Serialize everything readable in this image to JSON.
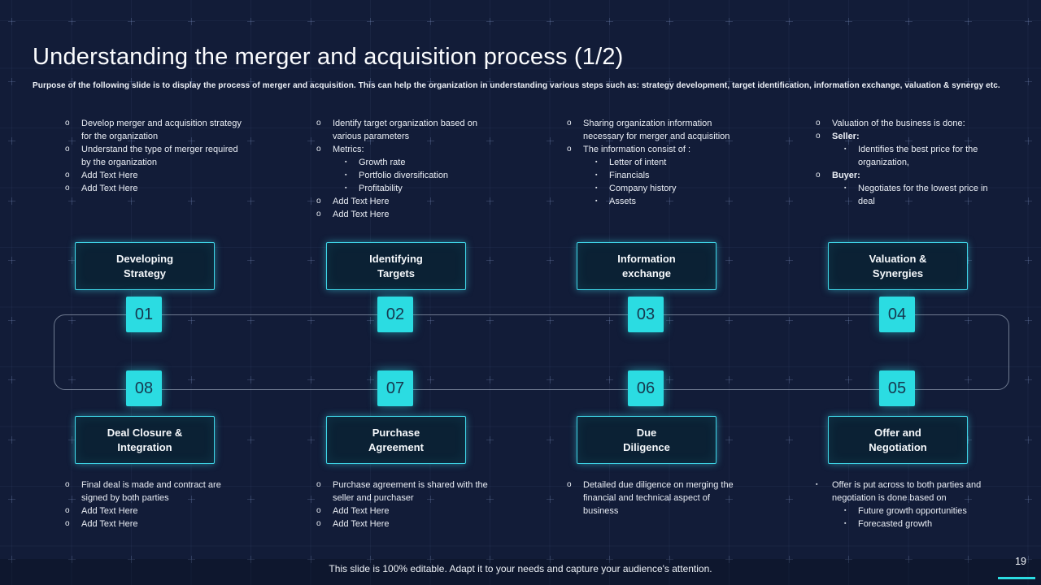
{
  "slide": {
    "title": "Understanding the merger and acquisition process (1/2)",
    "subtitle": "Purpose of the following slide is to display the process of merger and acquisition. This can help the organization in understanding various steps such as: strategy development, target identification, information exchange, valuation & synergy etc.",
    "footer": "This slide is 100% editable. Adapt it to your needs and capture your audience's attention.",
    "page_number": "19"
  },
  "colors": {
    "background": "#121c38",
    "accent_cyan": "#2bdce2",
    "box_border": "#3fd6e8",
    "box_fill": "#0b2134",
    "loop_line": "#d6e2f0"
  },
  "steps": [
    {
      "number": "01",
      "label": "Developing\nStrategy"
    },
    {
      "number": "02",
      "label": "Identifying\nTargets"
    },
    {
      "number": "03",
      "label": "Information\nexchange"
    },
    {
      "number": "04",
      "label": "Valuation &\nSynergies"
    },
    {
      "number": "08",
      "label": "Deal Closure &\nIntegration"
    },
    {
      "number": "07",
      "label": "Purchase\nAgreement"
    },
    {
      "number": "06",
      "label": "Due\nDiligence"
    },
    {
      "number": "05",
      "label": "Offer and\nNegotiation"
    }
  ],
  "notes_top": [
    {
      "items": [
        {
          "marker": "o",
          "text": "Develop merger and acquisition strategy for the organization"
        },
        {
          "marker": "o",
          "text": "Understand the type of merger required by the organization"
        },
        {
          "marker": "o",
          "text": "Add Text Here"
        },
        {
          "marker": "o",
          "text": "Add Text Here"
        }
      ]
    },
    {
      "items": [
        {
          "marker": "o",
          "text": "Identify target organization based on various parameters"
        },
        {
          "marker": "o",
          "text": "Metrics:"
        },
        {
          "marker": "▪",
          "text": "Growth rate"
        },
        {
          "marker": "▪",
          "text": "Portfolio diversification"
        },
        {
          "marker": "▪",
          "text": "Profitability"
        },
        {
          "marker": "o",
          "text": "Add Text Here"
        },
        {
          "marker": "o",
          "text": "Add Text Here"
        }
      ]
    },
    {
      "items": [
        {
          "marker": "o",
          "text": "Sharing organization information necessary for merger and acquisition"
        },
        {
          "marker": "o",
          "text": "The information consist of :"
        },
        {
          "marker": "▪",
          "text": "Letter of intent"
        },
        {
          "marker": "▪",
          "text": "Financials"
        },
        {
          "marker": "▪",
          "text": "Company history"
        },
        {
          "marker": "▪",
          "text": "Assets"
        }
      ]
    },
    {
      "items": [
        {
          "marker": "o",
          "text": "Valuation of the business is done:"
        },
        {
          "marker": "o",
          "text": "Seller:"
        },
        {
          "marker": "▪",
          "text": "Identifies the best price for the organization,"
        },
        {
          "marker": "o",
          "text": "Buyer:"
        },
        {
          "marker": "▪",
          "text": "Negotiates for the lowest price in deal"
        }
      ]
    }
  ],
  "notes_bottom": [
    {
      "items": [
        {
          "marker": "o",
          "text": "Final deal is made and contract are signed by both parties"
        },
        {
          "marker": "o",
          "text": "Add Text Here"
        },
        {
          "marker": "o",
          "text": "Add Text Here"
        }
      ]
    },
    {
      "items": [
        {
          "marker": "o",
          "text": "Purchase agreement is shared with the seller and purchaser"
        },
        {
          "marker": "o",
          "text": "Add Text Here"
        },
        {
          "marker": "o",
          "text": "Add Text Here"
        }
      ]
    },
    {
      "items": [
        {
          "marker": "o",
          "text": "Detailed due diligence on merging the financial and technical aspect of business"
        }
      ]
    },
    {
      "items": [
        {
          "marker": "▪",
          "text": "Offer is put across to both parties and negotiation is done based on"
        },
        {
          "marker": "▪",
          "text": "Future growth opportunities"
        },
        {
          "marker": "▪",
          "text": "Forecasted growth"
        }
      ]
    }
  ]
}
